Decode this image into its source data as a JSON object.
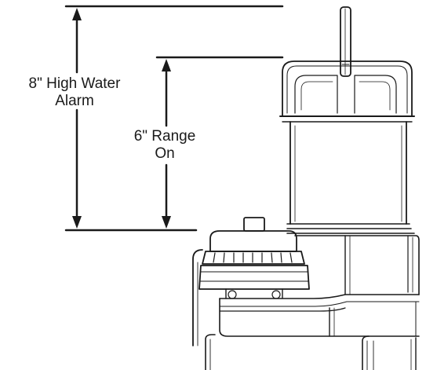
{
  "labels": {
    "alarm": {
      "line1": "8\" High Water",
      "line2": "Alarm"
    },
    "range": {
      "line1": "6\" Range",
      "line2": "On"
    }
  },
  "colors": {
    "ink": "#1a1a1a",
    "background": "#ffffff"
  }
}
